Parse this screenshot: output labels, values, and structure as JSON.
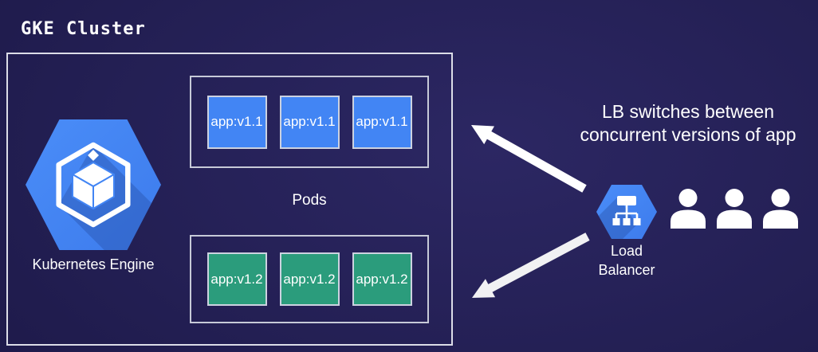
{
  "title": {
    "text": "GKE Cluster"
  },
  "cluster": {
    "engine_label": "Kubernetes Engine",
    "pods_label": "Pods",
    "pod_groups": [
      {
        "version": "v1.1",
        "color": "#4285f4",
        "pods": [
          "app:v1.1",
          "app:v1.1",
          "app:v1.1"
        ]
      },
      {
        "version": "v1.2",
        "color": "#2b9c7c",
        "pods": [
          "app:v1.2",
          "app:v1.2",
          "app:v1.2"
        ]
      }
    ]
  },
  "annotation": {
    "line1": "LB switches between",
    "line2": "concurrent versions of app"
  },
  "load_balancer": {
    "label_line1": "Load",
    "label_line2": "Balancer"
  },
  "users": {
    "count": 3
  },
  "icons": {
    "kubernetes_engine": "hexagon-cube-icon",
    "load_balancer": "hexagon-network-tree-icon",
    "user": "person-silhouette-icon",
    "arrow_top": "thick-arrow-up-left",
    "arrow_bottom": "thick-arrow-down-left"
  },
  "colors": {
    "background_navy": "#231f53",
    "google_blue": "#4285f4",
    "pod_green": "#2b9c7c",
    "border_light": "#ccd2e0",
    "shadow_blue": "#2b5bb8",
    "arrow_white": "#ffffff"
  }
}
